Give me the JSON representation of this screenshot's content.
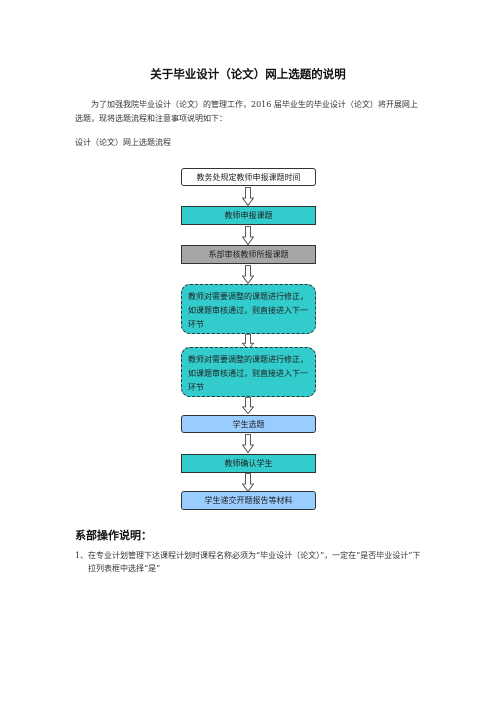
{
  "document": {
    "title": "关于毕业设计（论文）网上选题的说明",
    "intro": "为了加强我院毕业设计（论文）的管理工作，2016 届毕业生的毕业设计（论文）将开展网上选题，现将选题流程和注意事项说明如下：",
    "flow_label": "设计（论文）网上选题流程"
  },
  "flowchart": {
    "steps": [
      "教务处规定教师申报课题时间",
      "教师申报课题",
      "系部审核教师所报课题",
      "教师对需要调整的课题进行修正，如课题审核通过，则直接进入下一环节",
      "教师对需要调整的课题进行修正，如课题审核通过，则直接进入下一环节",
      "学生选题",
      "教师确认学生",
      "学生递交开题报告等材料"
    ],
    "colors": {
      "teal": "#33cccc",
      "gray": "#a6a6a6",
      "blue": "#99ccff",
      "white": "#ffffff"
    }
  },
  "notes": {
    "heading": "系部操作说明：",
    "items": [
      {
        "number": "1、",
        "text": "在专业计划管理下达课程计划时课程名称必须为“毕业设计（论文）”，一定在“是否毕业设计”下拉列表框中选择“是”"
      }
    ]
  }
}
